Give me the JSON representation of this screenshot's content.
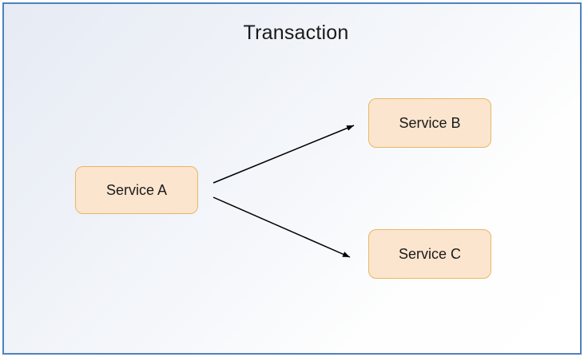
{
  "title": "Transaction",
  "diagram": {
    "nodes": [
      {
        "id": "service-a",
        "label": "Service A"
      },
      {
        "id": "service-b",
        "label": "Service B"
      },
      {
        "id": "service-c",
        "label": "Service C"
      }
    ],
    "edges": [
      {
        "from": "Service A",
        "to": "Service B",
        "type": "arrow"
      },
      {
        "from": "Service A",
        "to": "Service C",
        "type": "arrow"
      }
    ]
  },
  "colors": {
    "slide_border": "#4F81BD",
    "node_fill": "#FCE5CE",
    "node_border": "#E8B765",
    "arrow": "#000000",
    "background_start": "#E6EBF4",
    "background_end": "#FFFFFF",
    "text": "#1A1A1A"
  }
}
